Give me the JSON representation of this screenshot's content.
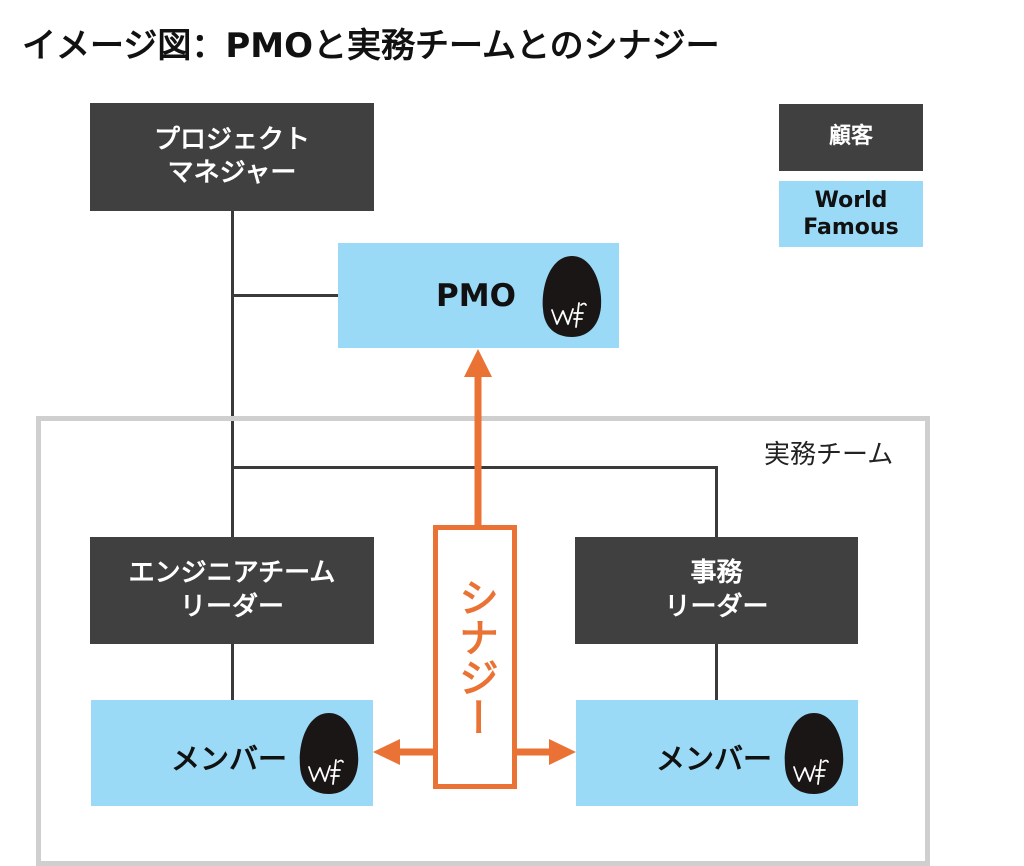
{
  "title": "イメージ図：PMOと実務チームとのシナジー",
  "legend": {
    "customer": "顧客",
    "wf_line1": "World",
    "wf_line2": "Famous"
  },
  "nodes": {
    "pm_line1": "プロジェクト",
    "pm_line2": "マネジャー",
    "pmo": "PMO",
    "eng_line1": "エンジニアチーム",
    "eng_line2": "リーダー",
    "ops_line1": "事務",
    "ops_line2": "リーダー",
    "member_left": "メンバー",
    "member_right": "メンバー"
  },
  "team_label": "実務チーム",
  "synergy_label": "シナジー",
  "logo_text": "Wf",
  "colors": {
    "dark_box": "#404040",
    "light_box": "#9bdaf7",
    "accent": "#ea7234",
    "frame": "#cfcfcf"
  }
}
